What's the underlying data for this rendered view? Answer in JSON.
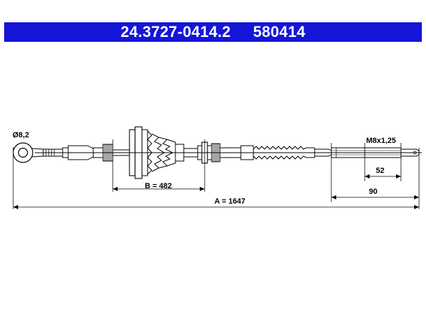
{
  "header": {
    "part_number": "24.3727-0414.2",
    "ref_number": "580414",
    "background_color": "#1515d8"
  },
  "labels": {
    "eye_diameter": "Ø8,2",
    "thread": "M8x1,25",
    "dim_b": "B = 482",
    "dim_a": "A = 1647",
    "dim_52": "52",
    "dim_90": "90"
  }
}
